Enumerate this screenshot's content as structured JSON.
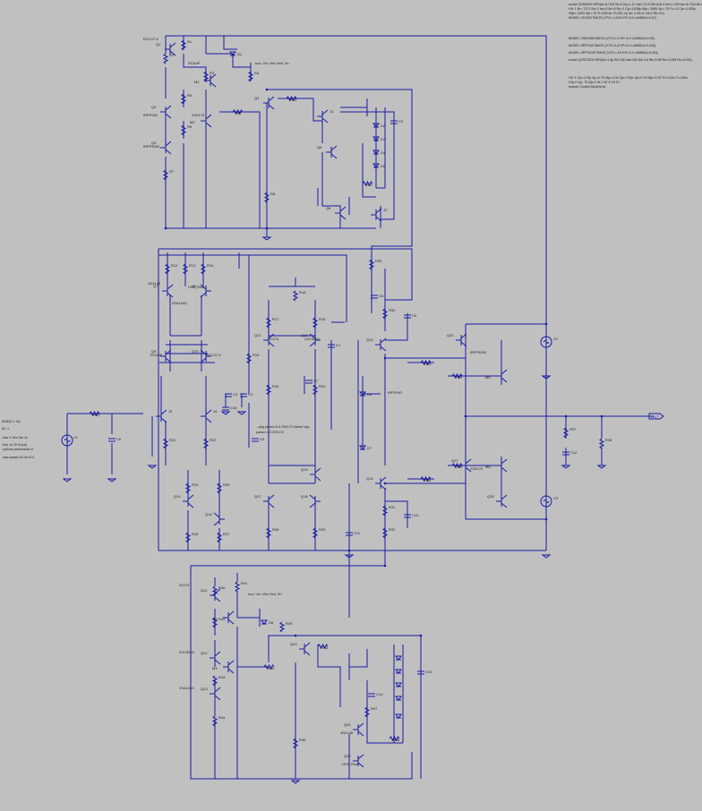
{
  "models": [
    ".model  Q2N3904  NPN(Is=6.734f Xti=3 Eg=1.11 Vaf=74.03 Bf=416.4 Ne=1.259 Ise=6.734f Ikf=66.78m)",
    "+Vtr 1  Br=.7371 Nc=2 Isc=0 Ikr=0 Rc=1 Cjc=3.638p Mjc=.3085 Vjc=.75 Fc=.5 Cje=4.493p",
    "+Mje=.2593 Vje=.75 Tr=239.5n Tf=301.2p Itf=.4 Vtf=4 Xtf=2 Rb=10)",
    ".MODEL  2SJ162  PMOS  (VTO=-1.043 KP=3.5  LAMBDA=0.07)",
    ".MODEL  2SK1058  NMOS  (VTO=1.0 KP=5.0  LAMBDA=0.05)",
    ".MODEL  IRFP240  NMOS  (VTO=3.8 KP=5.3  LAMBDA=0.004)",
    ".MODEL  IRFP9240  PMOS  (VTO=-3.8 KP=3.9  LAMBDA=0.003)",
    ".model  Q2SC5200  NPN(Is=1.8p Bf=108 Vaf=100 Ikf=4.8 Rb=0.98 Re=0.008 Rc=0.031)",
    "+Vtr 1  Cjc=170p Vjc=0.75 Mjc=0.33 Cje=720p Vje=0.75 Mje=0.33 Tf=2.63n Tr=300n",
    "+Cjs 0 Vjs .75 Mjs 0 Itf 1 Xtf 3 Vtf 10",
    ".include Cordell-Models.txt"
  ],
  "directives_left": [
    "SINE(0 1 1k)",
    "AC 1",
    ".tran 0 10m 5m 1u",
    ".four 1k 20 V(out)",
    ".options plotwinsize=0",
    ".step param RL list 8 4"
  ],
  "annotations": {
    "ccs_top": "Iccs: Vb=-Vbe-Vled, Vf=",
    "ccs_bottom": "Iccs: Vb=-Vbe-Vled, Vf=",
    "diff_note_1": "...pkg param=0.5 2SK170 lowest Vgs;",
    "diff_note_2": "param=2.5 2SK170",
    "out_label": "OUT"
  },
  "components": {
    "q_top": [
      "Q1",
      "Q2",
      "Q3",
      "Q4",
      "Q5",
      "Q6",
      "Q7",
      "Q8"
    ],
    "q_mid": [
      "Q9",
      "Q10",
      "Q11",
      "Q12",
      "Q13",
      "Q14",
      "Q15",
      "Q16",
      "Q17",
      "Q18",
      "Q19",
      "Q20"
    ],
    "q_bot": [
      "Q21",
      "Q22",
      "Q23",
      "Q24",
      "Q25",
      "Q26",
      "Q27",
      "Q28"
    ],
    "m_parts": [
      "M1",
      "M2",
      "M3",
      "M4",
      "M5",
      "M6"
    ],
    "j_parts": [
      "J1",
      "J2",
      "J3",
      "J4"
    ],
    "r_parts": [
      "R1",
      "R2",
      "R3",
      "R4",
      "R5",
      "R6",
      "R7",
      "R8",
      "R9",
      "R10",
      "R11",
      "R12",
      "R13",
      "R14",
      "R15",
      "R16",
      "R17",
      "R18",
      "R19",
      "R20",
      "R21",
      "R22",
      "R23",
      "R24",
      "R25",
      "R26",
      "R27",
      "R28",
      "R29",
      "R30",
      "R31",
      "R32",
      "R33",
      "R34",
      "R35",
      "R36",
      "R37",
      "R38",
      "R39",
      "R40",
      "R41",
      "R42",
      "R43",
      "R44",
      "R45",
      "R46",
      "R47",
      "R48",
      "R49",
      "R50"
    ],
    "c_parts": [
      "C1",
      "C2",
      "C3",
      "C4",
      "C5",
      "C6",
      "C7",
      "C8",
      "C9",
      "C10",
      "C11",
      "C12",
      "C13",
      "C14",
      "C15"
    ],
    "d_parts": [
      "D1",
      "D2",
      "D3",
      "D4",
      "D5",
      "D6",
      "D7",
      "D8"
    ],
    "v_parts": [
      "V1",
      "V2",
      "V3"
    ],
    "part_types": [
      "RCA4P",
      "RCC27-II",
      "IRFP240",
      "IRFP9240",
      "2SK170",
      "2SJ74",
      "2SC5200",
      "2SA1943",
      "1N4148",
      "LED_Red"
    ]
  }
}
